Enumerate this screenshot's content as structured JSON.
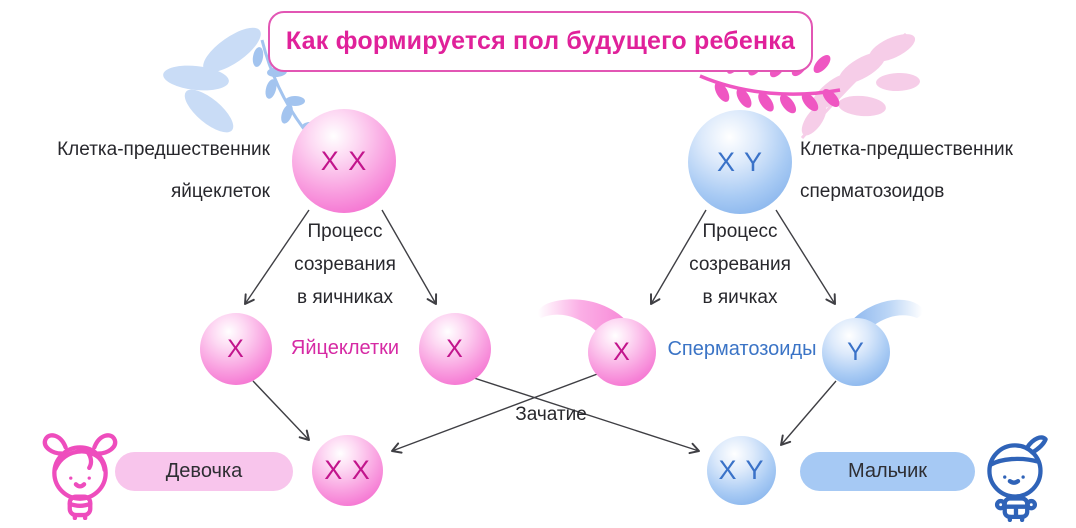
{
  "title": "Как формируется пол будущего ребенка",
  "female_line": {
    "parent_label": [
      "Клетка-предшественник",
      "яйцеклеток"
    ],
    "parent_chromosomes": "X X",
    "process": [
      "Процесс",
      "созревания",
      "в яичниках"
    ],
    "cells_label": "Яйцеклетки",
    "egg1": "X",
    "egg2": "X",
    "result_chromosomes": "X X",
    "result_label": "Девочка",
    "icon": "girl-icon"
  },
  "male_line": {
    "parent_label": [
      "Клетка-предшественник",
      "сперматозоидов"
    ],
    "parent_chromosomes": "X Y",
    "process": [
      "Процесс",
      "созревания",
      "в яичках"
    ],
    "cells_label": "Сперматозоиды",
    "sperm_x": "X",
    "sperm_y": "Y",
    "result_chromosomes": "X Y",
    "result_label": "Мальчик",
    "icon": "boy-icon"
  },
  "conception_label": "Зачатие",
  "colors": {
    "magenta_accent": "#e0219a",
    "pink_cell": "#f256c8",
    "blue_cell": "#74a7e8",
    "pink_chromosome_text": "#c2158c",
    "blue_chromosome_text": "#3a72c8",
    "eggs_label_color": "#d62aa4",
    "sperm_label_color": "#3b74c6",
    "girl_pill_bg": "#f8c5ec",
    "boy_pill_bg": "#a6c9f4",
    "arrow_color": "#3f3f44",
    "leaves_blue": "#a3c4ef",
    "leaves_pale_blue": "#c9dcf6",
    "leaves_pink": "#ef56c2",
    "leaves_pale_pink": "#f6cde8"
  }
}
